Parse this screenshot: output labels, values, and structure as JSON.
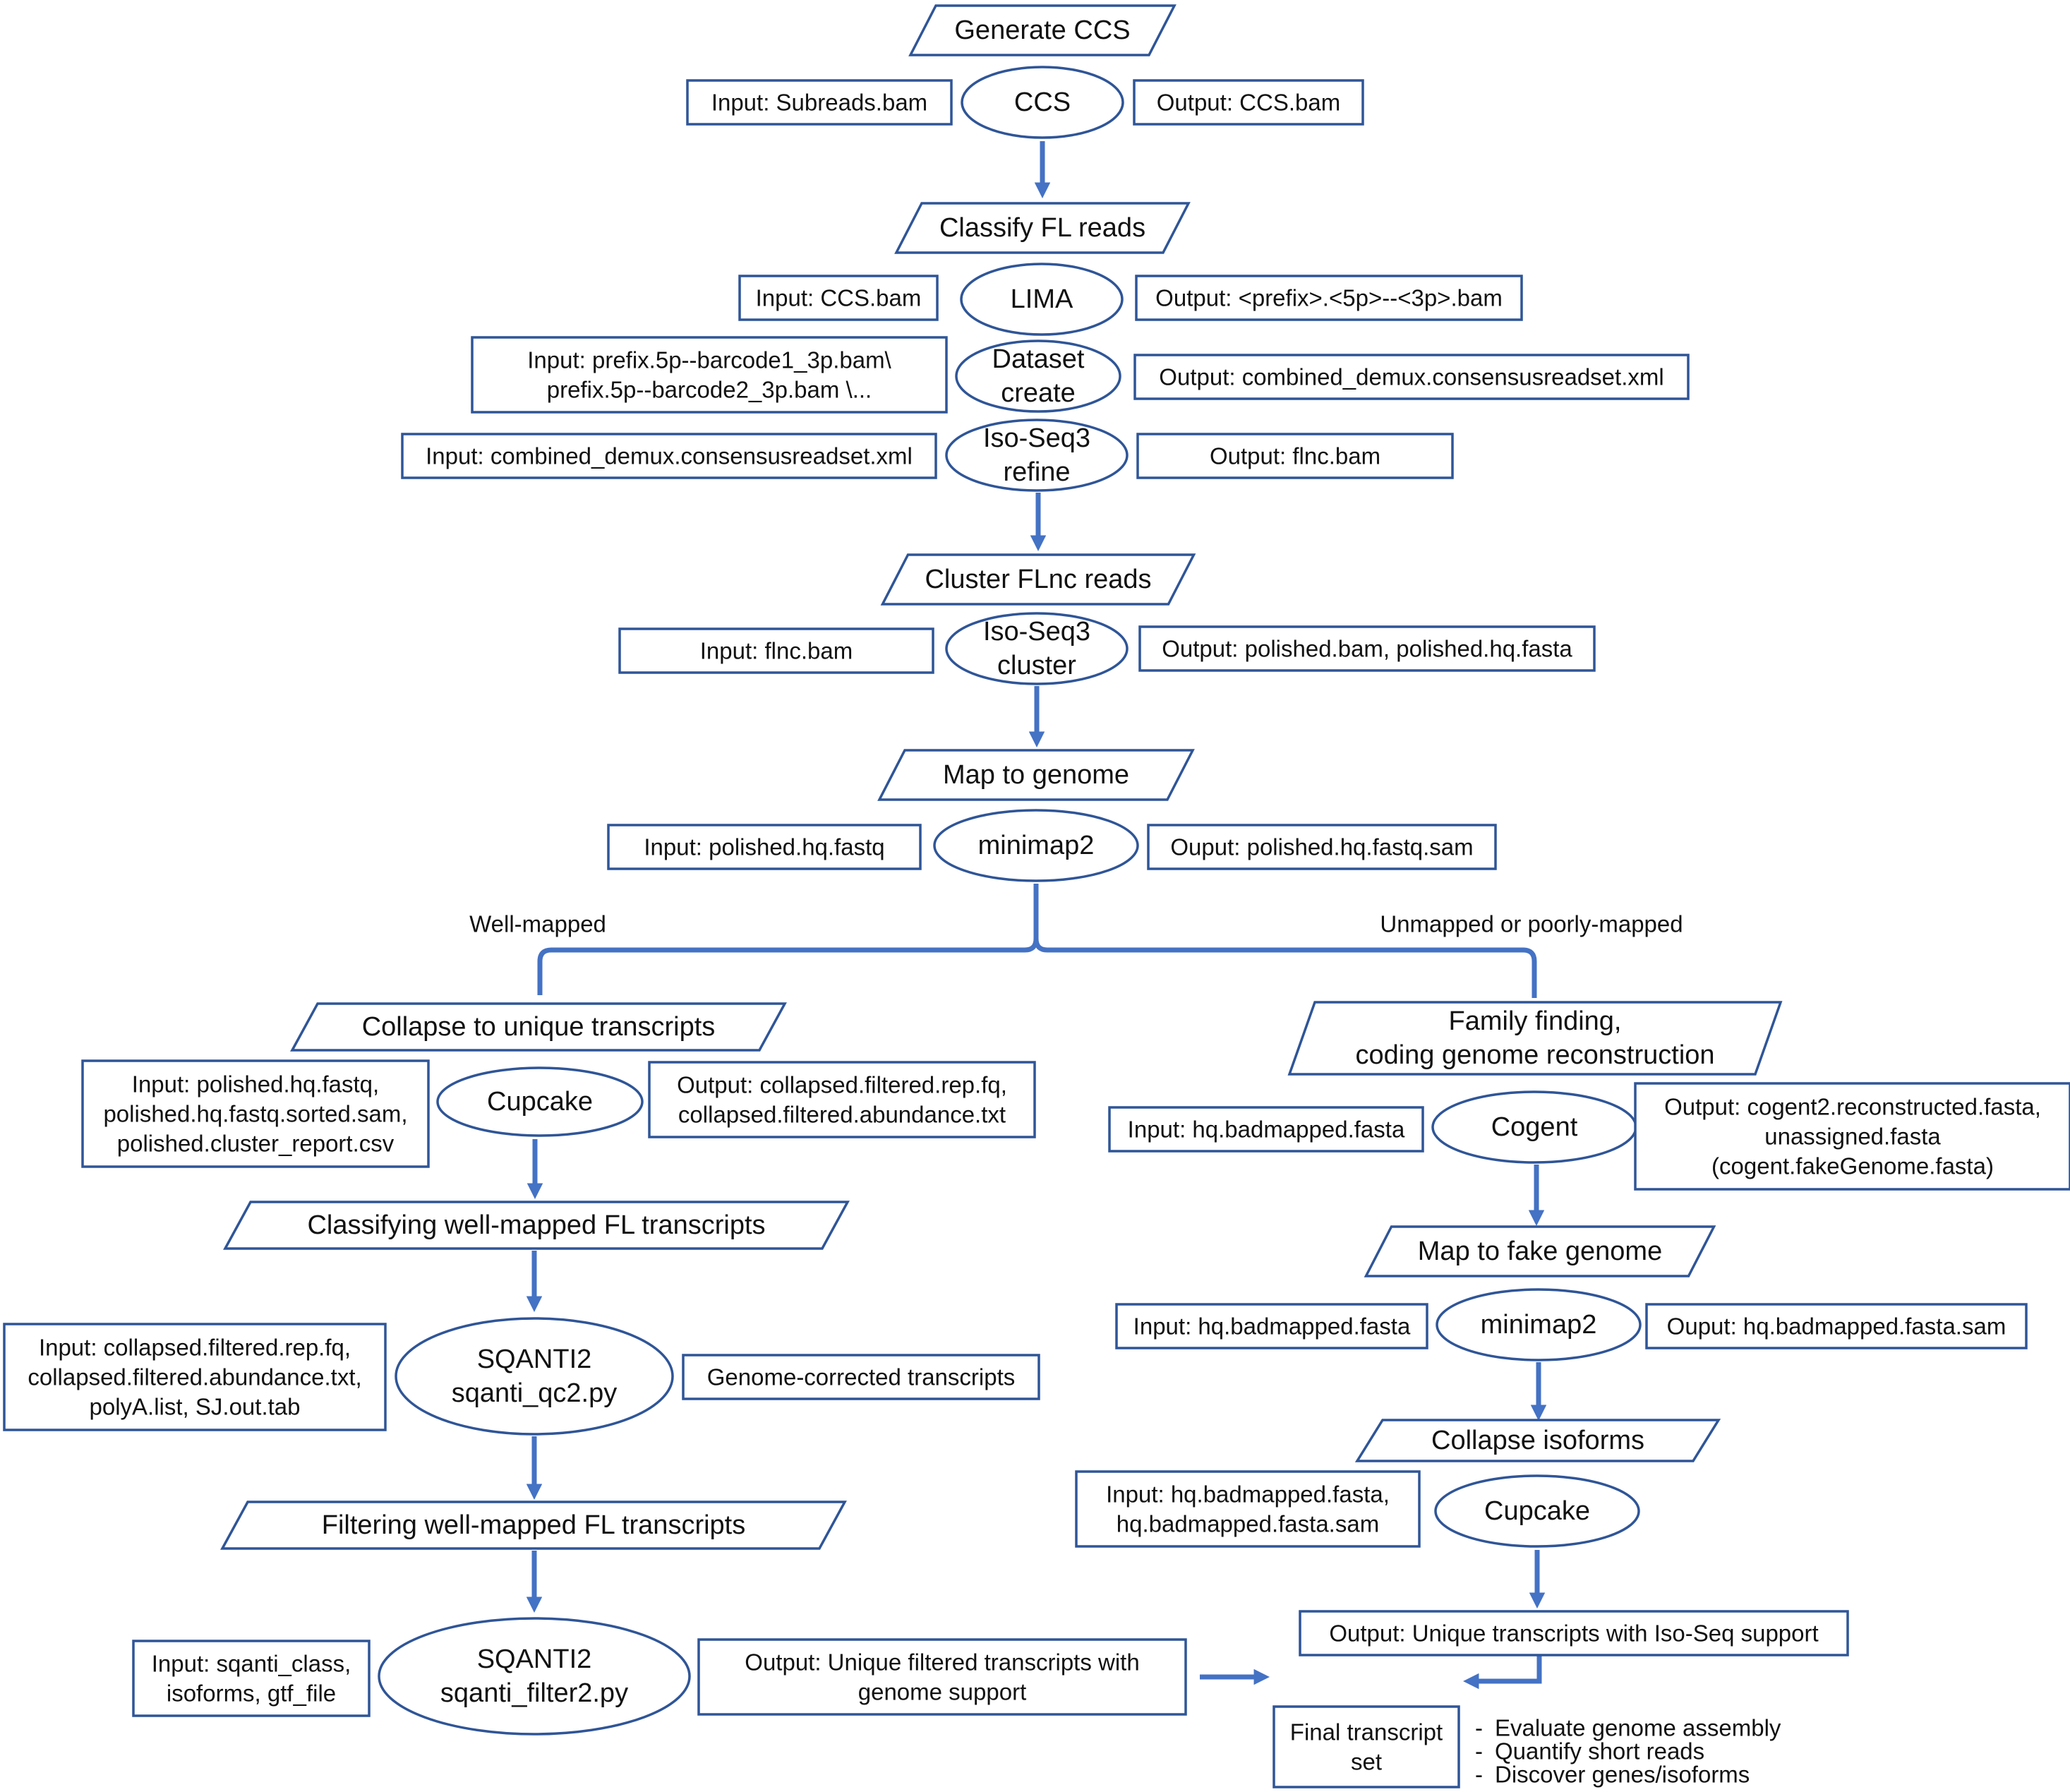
{
  "colors": {
    "border": "#2f5597",
    "arrow": "#4472c4",
    "text": "#111111",
    "background": "#ffffff"
  },
  "stages": {
    "generate_ccs": "Generate CCS",
    "classify_fl": "Classify FL reads",
    "cluster_flnc": "Cluster FLnc reads",
    "map_genome": "Map to genome",
    "collapse_unique": "Collapse to unique transcripts",
    "family_finding": [
      "Family finding,",
      "coding genome reconstruction"
    ],
    "classifying_wm": "Classifying well-mapped FL transcripts",
    "map_fake": "Map to fake genome",
    "filtering_wm": "Filtering well-mapped FL transcripts",
    "collapse_iso": "Collapse isoforms"
  },
  "tools": {
    "ccs": [
      "CCS"
    ],
    "lima": [
      "LIMA"
    ],
    "dataset": [
      "Dataset",
      "create"
    ],
    "refine": [
      "Iso-Seq3",
      "refine"
    ],
    "cluster": [
      "Iso-Seq3",
      "cluster"
    ],
    "minimap2": [
      "minimap2"
    ],
    "cupcake_left": [
      "Cupcake"
    ],
    "cogent": [
      "Cogent"
    ],
    "sqanti_qc": [
      "SQANTI2",
      "sqanti_qc2.py"
    ],
    "minimap2_right": [
      "minimap2"
    ],
    "cupcake_right": [
      "Cupcake"
    ],
    "sqanti_filter": [
      "SQANTI2",
      "sqanti_filter2.py"
    ]
  },
  "io": {
    "ccs_in": [
      "Input: Subreads.bam"
    ],
    "ccs_out": [
      "Output: CCS.bam"
    ],
    "lima_in": [
      "Input: CCS.bam"
    ],
    "lima_out": [
      "Output: <prefix>.<5p>--<3p>.bam"
    ],
    "dataset_in": [
      "Input: prefix.5p--barcode1_3p.bam\\",
      "prefix.5p--barcode2_3p.bam \\..."
    ],
    "dataset_out": [
      "Output: combined_demux.consensusreadset.xml"
    ],
    "refine_in": [
      "Input: combined_demux.consensusreadset.xml"
    ],
    "refine_out": [
      "Output: flnc.bam"
    ],
    "cluster_in": [
      "Input: flnc.bam"
    ],
    "cluster_out": [
      "Output: polished.bam, polished.hq.fasta"
    ],
    "minimap_in": [
      "Input: polished.hq.fastq"
    ],
    "minimap_out": [
      "Ouput: polished.hq.fastq.sam"
    ],
    "cupcake_in": [
      "Input: polished.hq.fastq,",
      "polished.hq.fastq.sorted.sam,",
      "polished.cluster_report.csv"
    ],
    "cupcake_out": [
      "Output: collapsed.filtered.rep.fq,",
      "collapsed.filtered.abundance.txt"
    ],
    "cogent_in": [
      "Input: hq.badmapped.fasta"
    ],
    "cogent_out": [
      "Output: cogent2.reconstructed.fasta,",
      "unassigned.fasta",
      "(cogent.fakeGenome.fasta)"
    ],
    "sqanti_in": [
      "Input: collapsed.filtered.rep.fq,",
      "collapsed.filtered.abundance.txt,",
      "polyA.list, SJ.out.tab"
    ],
    "sqanti_out": [
      "Genome-corrected transcripts"
    ],
    "minimap_r_in": [
      "Input: hq.badmapped.fasta"
    ],
    "minimap_r_out": [
      "Ouput: hq.badmapped.fasta.sam"
    ],
    "cupcake_r_in": [
      "Input: hq.badmapped.fasta,",
      "hq.badmapped.fasta.sam"
    ],
    "unique_out": [
      "Output: Unique transcripts with Iso-Seq support"
    ],
    "filter_in": [
      "Input: sqanti_class,",
      "isoforms, gtf_file"
    ],
    "filter_out": [
      "Output: Unique filtered transcripts with",
      "genome support"
    ],
    "final": [
      "Final transcript",
      "set"
    ]
  },
  "branches": {
    "well": "Well-mapped",
    "unmapped": "Unmapped  or  poorly-mapped"
  },
  "final_uses": [
    "Evaluate genome assembly",
    "Quantify short reads",
    "Discover genes/isoforms"
  ]
}
